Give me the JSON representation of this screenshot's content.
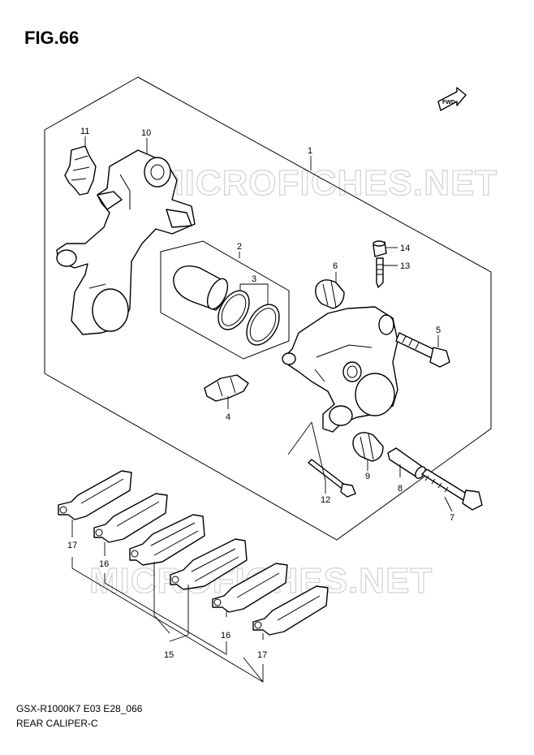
{
  "figure_title": "FIG.66",
  "model_code": "GSX-R1000K7 E03 E28_066",
  "caption": "REAR CALIPER-C",
  "watermark": "MICROFICHES.NET",
  "direction_tag": "FWD",
  "callouts": {
    "c1": "1",
    "c2": "2",
    "c3": "3",
    "c4": "4",
    "c5": "5",
    "c6": "6",
    "c7": "7",
    "c8": "8",
    "c9": "9",
    "c10": "10",
    "c11": "11",
    "c12": "12",
    "c13": "13",
    "c14": "14",
    "c15": "15",
    "c16a": "16",
    "c16b": "16",
    "c17a": "17",
    "c17b": "17"
  }
}
